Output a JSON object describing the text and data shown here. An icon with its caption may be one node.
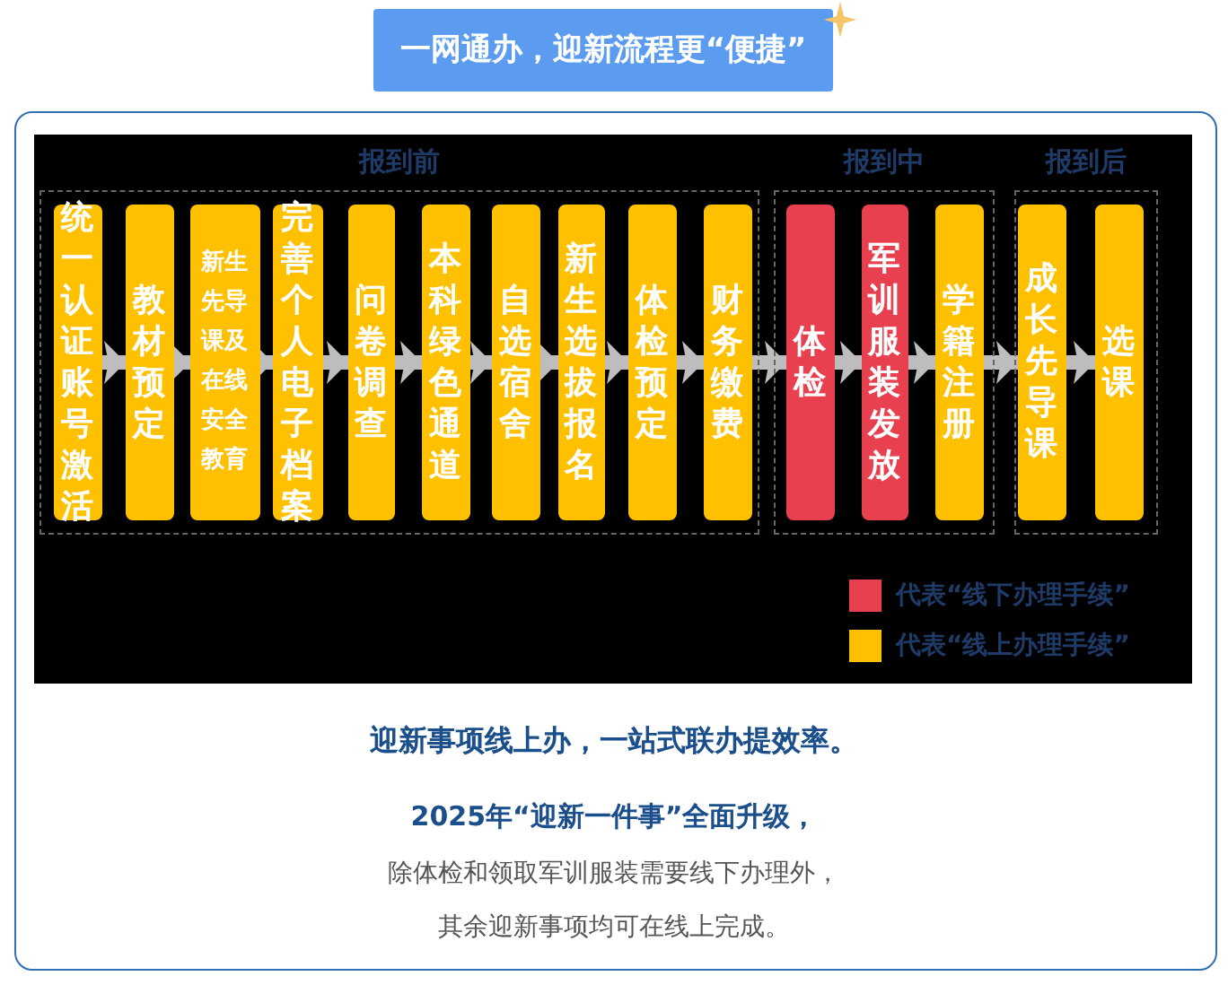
{
  "diagram": {
    "title": "一网通办，迎新流程更“便捷”",
    "nodes": [
      {
        "text": [
          "报到前"
        ]
      },
      {
        "text": [
          "报到中"
        ]
      },
      {
        "text": [
          "报到后"
        ]
      },
      {
        "text": [
          "统一认证账号激活"
        ],
        "in": 0
      },
      {
        "text": [
          "教材预定"
        ],
        "in": 0
      },
      {
        "text": [
          "新生先导课及在线安全教育"
        ],
        "in": 0
      },
      {
        "text": [
          "完善个人电子档案"
        ],
        "in": 0
      },
      {
        "text": [
          "问卷调查"
        ],
        "in": 0
      },
      {
        "text": [
          "本科绿色通道"
        ],
        "in": 0
      },
      {
        "text": [
          "自选宿舍"
        ],
        "in": 0
      },
      {
        "text": [
          "新生选拔报名"
        ],
        "in": 0
      },
      {
        "text": [
          "体检预定"
        ],
        "in": 0
      },
      {
        "text": [
          "财务缴费"
        ],
        "in": 0
      },
      {
        "text": [
          "体检"
        ],
        "in": 1
      },
      {
        "text": [
          "军训服装发放"
        ],
        "in": 1
      },
      {
        "text": [
          "学籍注册"
        ],
        "in": 1
      },
      {
        "text": [
          "成长先导课"
        ],
        "in": 2
      },
      {
        "text": [
          "选课"
        ],
        "in": 2
      }
    ],
    "edges": [
      {
        "from": 3,
        "to": 4,
        "arrow": "to"
      },
      {
        "from": 4,
        "to": 5,
        "arrow": "to"
      },
      {
        "from": 5,
        "to": 6,
        "arrow": "to"
      },
      {
        "from": 6,
        "to": 7,
        "arrow": "to"
      },
      {
        "from": 7,
        "to": 8,
        "arrow": "to"
      },
      {
        "from": 8,
        "to": 9,
        "arrow": "to"
      },
      {
        "from": 9,
        "to": 10,
        "arrow": "to"
      },
      {
        "from": 10,
        "to": 11,
        "arrow": "to"
      },
      {
        "from": 11,
        "to": 12,
        "arrow": "to"
      },
      {
        "from": 12,
        "to": 13,
        "arrow": "to"
      },
      {
        "from": 13,
        "to": 14,
        "arrow": "to"
      },
      {
        "from": 14,
        "to": 15,
        "arrow": "to"
      },
      {
        "from": 15,
        "to": 16,
        "arrow": "to"
      },
      {
        "from": 16,
        "to": 17,
        "arrow": "to"
      }
    ],
    "labels": [
      "迎新事项线上办，一站式联办提效率。",
      "2025年“迎新一件事”全面升级，",
      "除体检和领取军训服装需要线下办理外，",
      "其余迎新事项均可在线上完成。"
    ],
    "legend": [
      {
        "text": "代表“线下办理手续”",
        "color": "#e8404e"
      },
      {
        "text": "代表“线上办理手续”",
        "color": "#ffc000"
      }
    ]
  }
}
